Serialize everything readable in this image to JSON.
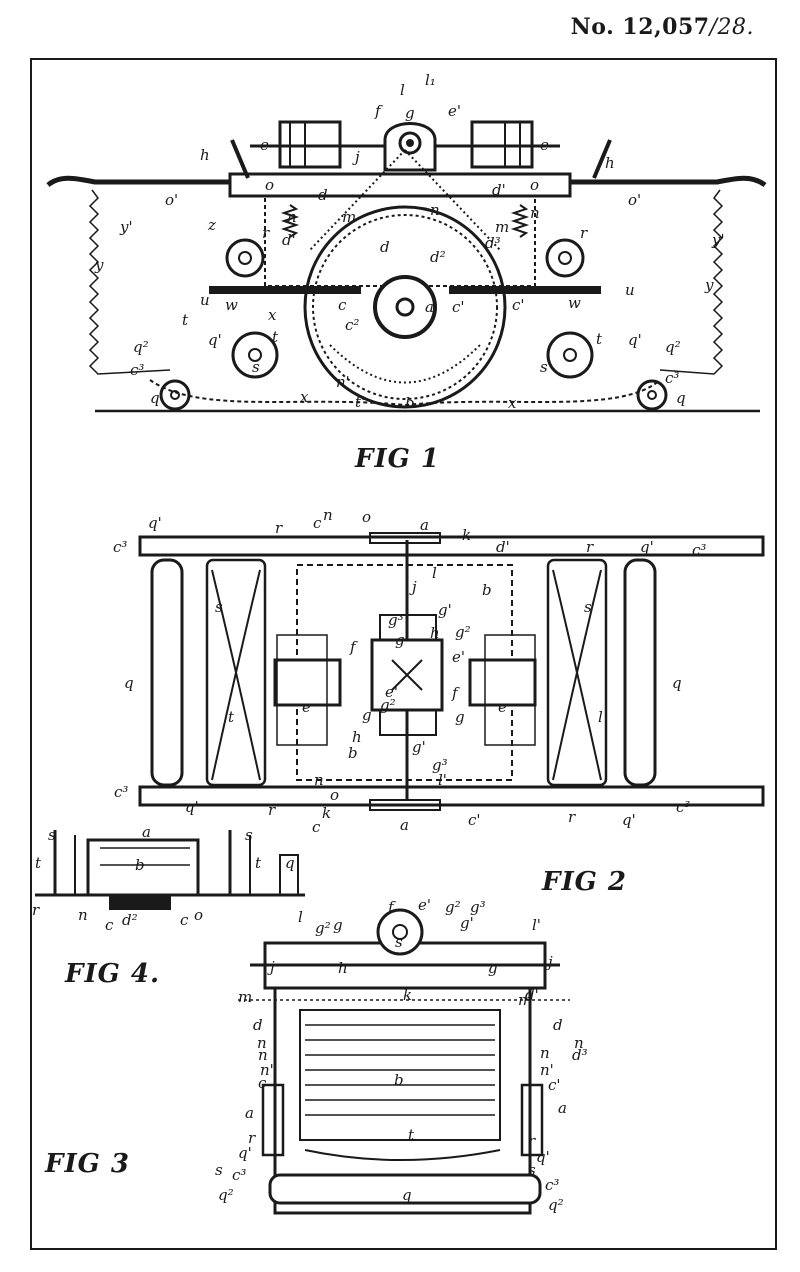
{
  "patent_number": "No. 12,057",
  "patent_year": "/28.",
  "figures": {
    "fig1": "FIG 1",
    "fig2": "FIG 2",
    "fig3": "FIG 3",
    "fig4": "FIG 4."
  },
  "labels": {
    "l": "l",
    "l1": "l₁",
    "g": "g",
    "f": "f",
    "e1": "e'",
    "e": "e",
    "h": "h",
    "j": "j",
    "o": "o",
    "o1": "o'",
    "d": "d",
    "d1": "d'",
    "d2": "d²",
    "d3": "d³",
    "m": "m",
    "n": "n",
    "n1": "n'",
    "k": "k",
    "r": "r",
    "y": "y",
    "y1": "y'",
    "z": "z",
    "u": "u",
    "w": "w",
    "t": "t",
    "x": "x",
    "q": "q",
    "q1": "q'",
    "q2": "q²",
    "c": "c",
    "c1": "c'",
    "c2": "c²",
    "c3": "c³",
    "a": "a",
    "b": "b",
    "s": "s",
    "g1": "g'",
    "g2": "g²",
    "g3": "g³",
    "l1b": "l'",
    "t1": "t'"
  }
}
